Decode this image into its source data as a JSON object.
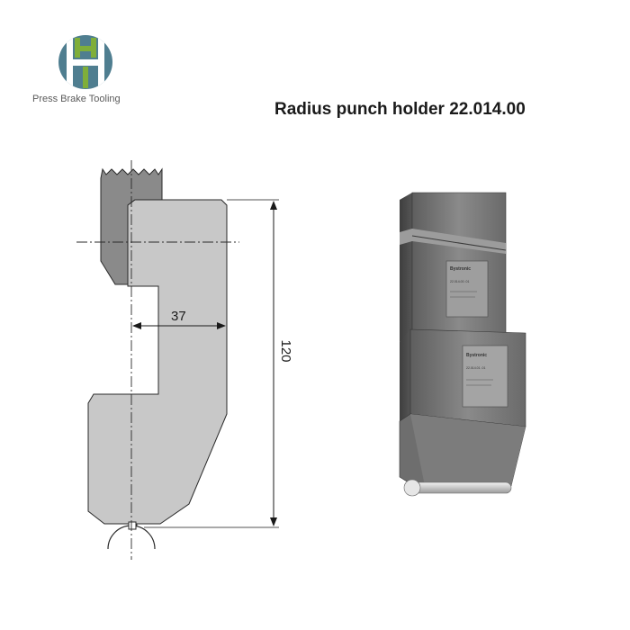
{
  "brand": {
    "name": "Press Brake Tooling",
    "logo_colors": {
      "ring": "#4f7e90",
      "letters": "#7fae3a"
    }
  },
  "title": "Radius punch holder 22.014.00",
  "dimensions": {
    "width": "37",
    "height": "120"
  },
  "product_photo": {
    "label_brand": "Bystronic",
    "upper_label_code": "22.014.00 .01",
    "lower_label_code": "22.014.01 .01"
  }
}
